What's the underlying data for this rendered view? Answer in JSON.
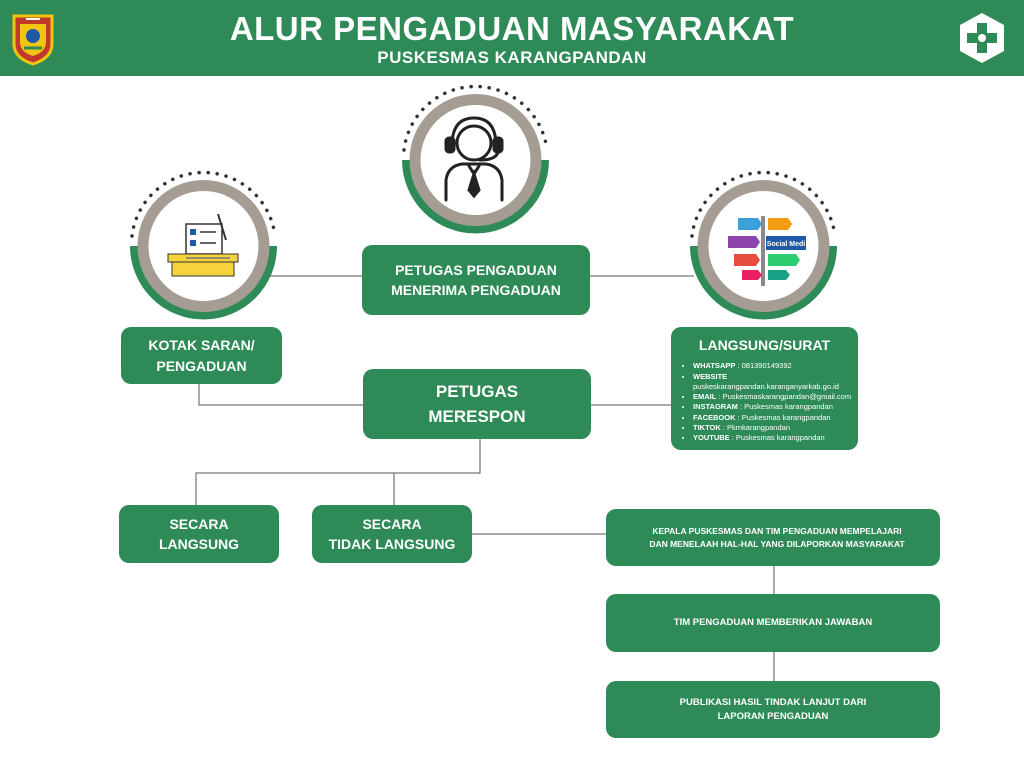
{
  "header": {
    "title": "ALUR PENGADUAN MASYARAKAT",
    "subtitle": "PUSKESMAS KARANGPANDAN"
  },
  "nodes": {
    "petugas_pengaduan": [
      "PETUGAS PENGADUAN",
      "MENERIMA PENGADUAN"
    ],
    "kotak_saran": [
      "KOTAK SARAN/",
      "PENGADUAN"
    ],
    "petugas_merespon": [
      "PETUGAS",
      "MERESPON"
    ],
    "langsung_surat": {
      "title": "LANGSUNG/SURAT",
      "contacts": [
        {
          "label": "WHATSAPP",
          "value": " : 081390149392"
        },
        {
          "label": "WEBSITE",
          "value": ""
        },
        {
          "label": "",
          "value": "puskeskarangpandan.karanganyarkab.go.id"
        },
        {
          "label": "EMAIL",
          "value": " : Puskesmaskarangpandan@gmail.com"
        },
        {
          "label": "INSTAGRAM",
          "value": " : Puskesmas karangpandan"
        },
        {
          "label": "FACEBOOK",
          "value": " : Puskesmas karangpandan"
        },
        {
          "label": "TIKTOK",
          "value": " : Pkmkarangpandan"
        },
        {
          "label": "YOUTUBE",
          "value": " : Puskesmas karangpandan"
        }
      ]
    },
    "secara_langsung": [
      "SECARA",
      "LANGSUNG"
    ],
    "secara_tidak_langsung": [
      "SECARA",
      "TIDAK LANGSUNG"
    ],
    "kepala": [
      "KEPALA PUSKESMAS DAN TIM PENGADUAN MEMPELAJARI",
      "DAN MENELAAH HAL-HAL YANG DILAPORKAN MASYARAKAT"
    ],
    "tim_jawaban": [
      "TIM PENGADUAN MEMBERIKAN JAWABAN"
    ],
    "publikasi": [
      "PUBLIKASI HASIL TINDAK LANJUT DARI",
      "LAPORAN PENGADUAN"
    ]
  },
  "icons": {
    "left_logo": "regency-emblem-icon",
    "right_logo": "health-cross-logo-icon",
    "center": "customer-service-headset-icon",
    "left": "ballot-box-icon",
    "right": "social-media-signpost-icon",
    "signpost_text": "Social Medi"
  },
  "colors": {
    "primary_green": "#2e8b57",
    "ring_gray": "#a59d93",
    "connector": "#555555",
    "dots": "#333333"
  }
}
